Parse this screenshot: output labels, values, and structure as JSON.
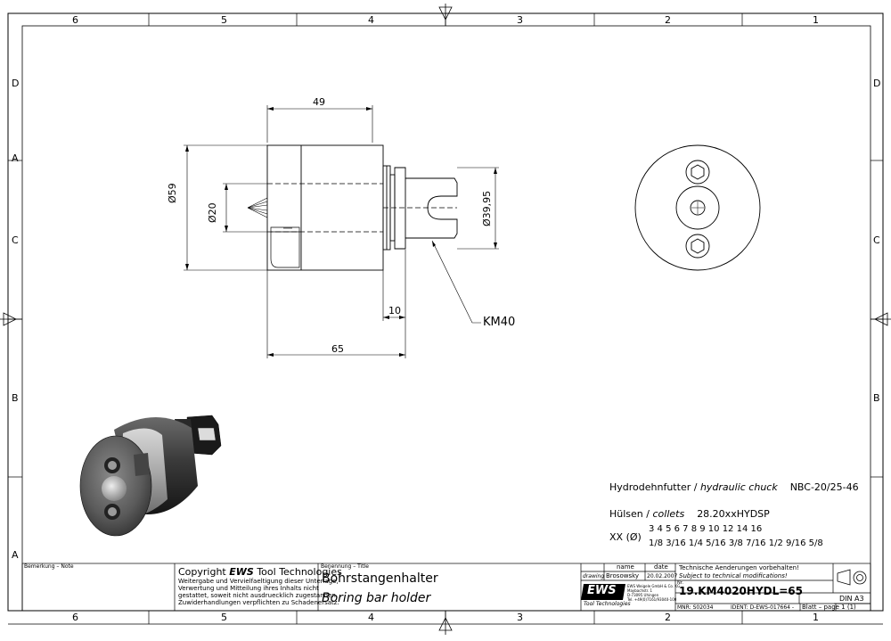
{
  "frame": {
    "columns_top": [
      "6",
      "5",
      "4",
      "3",
      "2",
      "1"
    ],
    "columns_bottom": [
      "6",
      "5",
      "4",
      "3",
      "2",
      "1"
    ],
    "rows_left": [
      "D",
      "A",
      "C",
      "B",
      "A"
    ],
    "rows_right": [
      "D",
      "C",
      "B"
    ]
  },
  "dimensions": {
    "width_49": "49",
    "dia_59": "Ø59",
    "dia_20": "Ø20",
    "dia_39_95": "Ø39,95",
    "len_10": "10",
    "len_65": "65",
    "km40": "KM40"
  },
  "spec": {
    "hydro_de": "Hydrodehnfutter /",
    "hydro_en": "hydraulic chuck",
    "hydro_val": "NBC-20/25-46",
    "huelsen_de": "Hülsen /",
    "huelsen_en": "collets",
    "huelsen_val": "28.20xxHYDSP",
    "xx_label": "XX (Ø)",
    "metric_sizes": "3   4   5   6   7   8   9   10   12   14   16",
    "inch_sizes": "1/8   3/16   1/4   5/16   3/8   7/16   1/2   9/16   5/8"
  },
  "titleblock": {
    "remark_label": "Bemerkung – Note",
    "copyright_prefix": "Copyright",
    "copyright_brand": "EWS",
    "copyright_suffix": "Tool Technologies",
    "legal_1": "Weitergabe und Vervielfaeltigung dieser Unterlage,",
    "legal_2": "Verwertung und Mitteilung ihres Inhalts nicht",
    "legal_3": "gestattet, soweit nicht ausdruecklich zugestanden.",
    "legal_4": "Zuwiderhandlungen verpflichten zu Schadenersatz.",
    "title_label": "Benennung – Title",
    "title_de": "Bohrstangenhalter",
    "title_en": "Boring bar holder",
    "col_name": "name",
    "col_date": "date",
    "drawing_label": "drawing",
    "drawing_name": "Brosowsky",
    "drawing_date": "20.02.2007",
    "logo": "EWS",
    "logo_sub": "Tool Technologies",
    "company_1": "EWS Weigele GmbH & Co. KG",
    "company_2": "Maybachstr. 1",
    "company_3": "D-73095 Uhingen",
    "company_4": "Tel. +49(0)7161/93040-100",
    "change_de": "Technische Aenderungen vorbehalten!",
    "change_en": "Subject to technical modifications!",
    "nr_label": "Nr.",
    "part_number": "19.KM4020HYDL=65",
    "mnr": "MNR: S02034",
    "ident": "IDENT: D-EWS-017664 -",
    "sheet": "Blatt – page  1 (1)",
    "format": "DIN A3"
  }
}
